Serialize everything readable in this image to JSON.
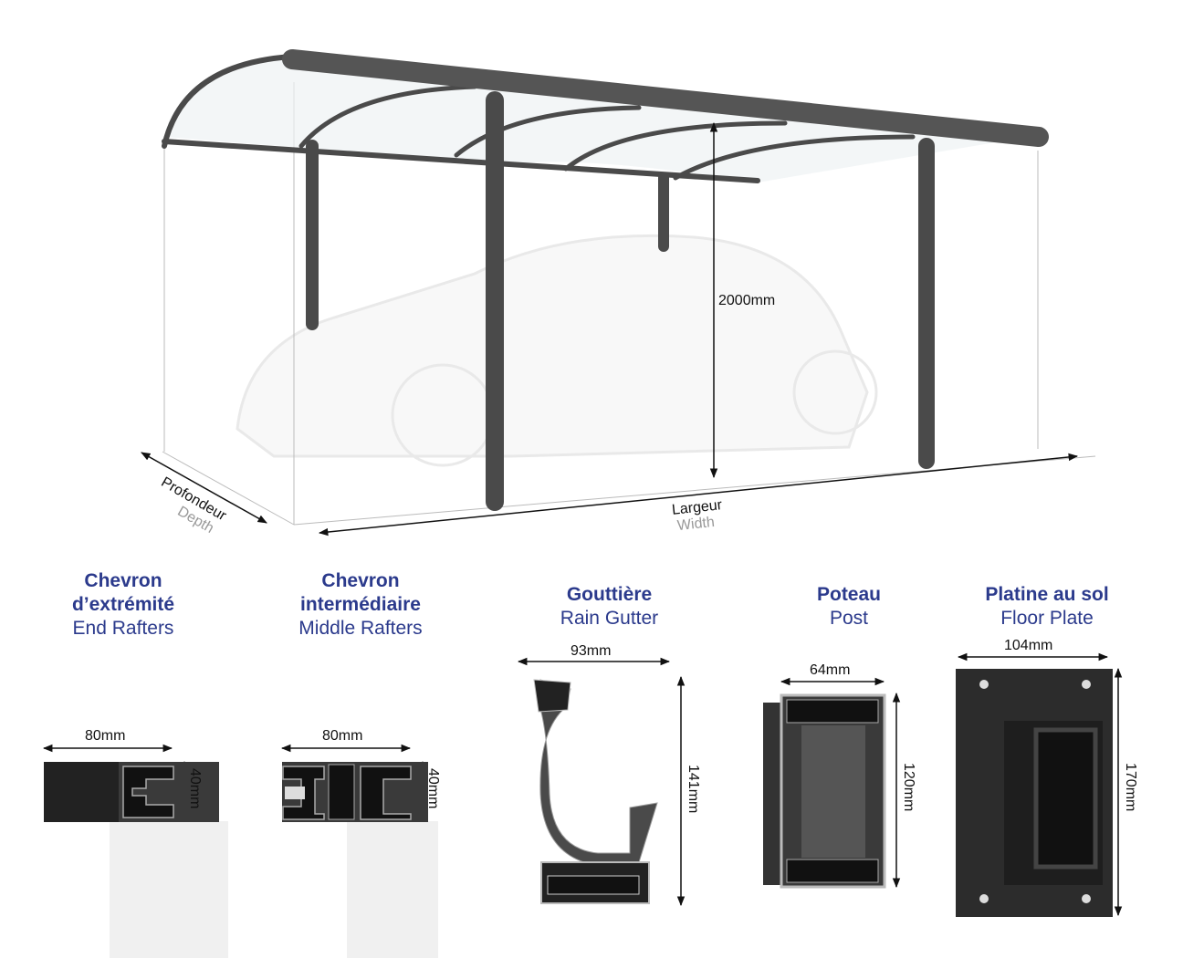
{
  "carport": {
    "height_label": "2000mm",
    "depth_label_fr": "Profondeur",
    "depth_label_en": "Depth",
    "width_label_fr": "Largeur",
    "width_label_en": "Width"
  },
  "components": [
    {
      "name_fr_1": "Chevron",
      "name_fr_2": "d’extrémité",
      "name_en": "End Rafters",
      "width": "80mm",
      "height": "40mm"
    },
    {
      "name_fr_1": "Chevron",
      "name_fr_2": "intermédiaire",
      "name_en": "Middle Rafters",
      "width": "80mm",
      "height": "40mm"
    },
    {
      "name_fr": "Gouttière",
      "name_en": "Rain Gutter",
      "width": "93mm",
      "height": "141mm"
    },
    {
      "name_fr": "Poteau",
      "name_en": "Post",
      "width": "64mm",
      "height": "120mm"
    },
    {
      "name_fr": "Platine au sol",
      "name_en": "Floor Plate",
      "width": "104mm",
      "height": "170mm"
    }
  ],
  "colors": {
    "title": "#2b3a8c",
    "frame": "#4a4a4a",
    "profile": "#2a2a2a"
  }
}
